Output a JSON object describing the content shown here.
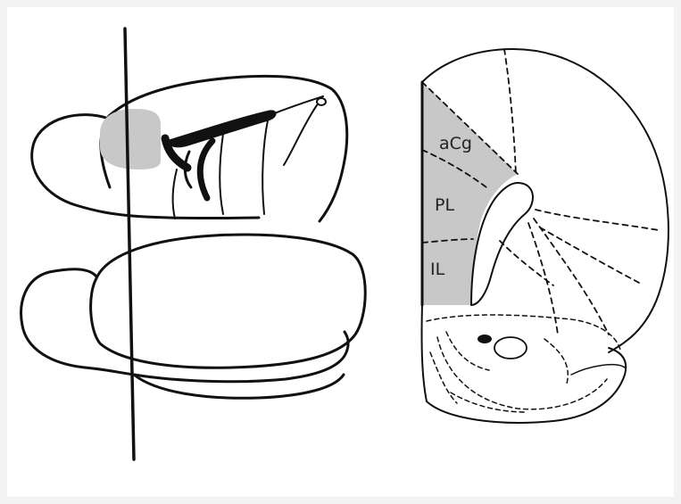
{
  "diagram": {
    "colors": {
      "background": "#ffffff",
      "frame": "#f3f3f3",
      "outline": "#111111",
      "highlight": "#c8c8c8"
    },
    "labels": {
      "acg": "aCg",
      "pl": "PL",
      "il": "IL"
    }
  }
}
